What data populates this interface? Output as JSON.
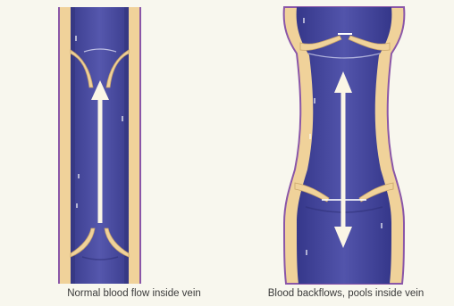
{
  "captions": {
    "normal": "Normal blood flow inside vein",
    "varicose": "Blood backflows, pools inside vein"
  },
  "colors": {
    "background": "#f8f7ee",
    "vein_wall": "#f0d29a",
    "vein_outline": "#8a56a8",
    "blood": "#4d4fa6",
    "blood_dark": "#373984",
    "arrow": "#fbf6e6"
  },
  "flow": {
    "normal": "upward",
    "varicose": "bidirectional"
  }
}
